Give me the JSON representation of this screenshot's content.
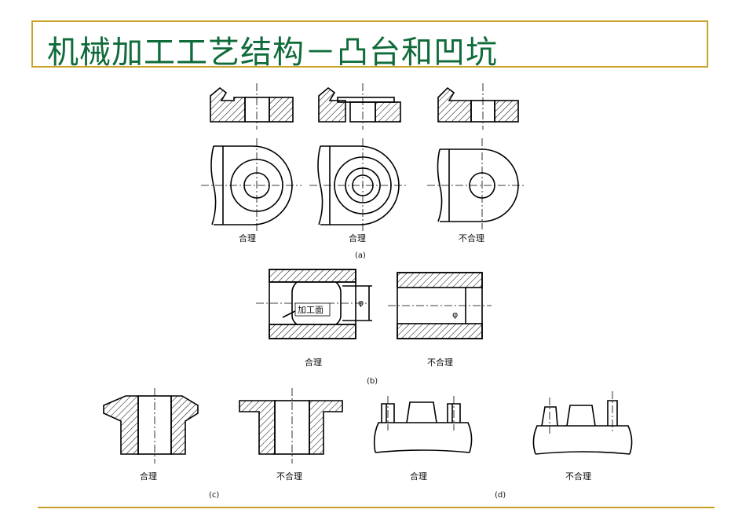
{
  "title": "机械加工工艺结构－凸台和凹坑",
  "colors": {
    "title_text": "#0f6b3a",
    "frame": "#c9a227"
  },
  "figures": {
    "a": {
      "caption": "(a)",
      "labels": [
        "合理",
        "合理",
        "不合理"
      ]
    },
    "b": {
      "caption": "(b)",
      "labels": [
        "合理",
        "不合理"
      ],
      "annotation": "加工面",
      "diameter_symbol": "φ"
    },
    "c": {
      "caption": "(c)",
      "labels": [
        "合理",
        "不合理"
      ]
    },
    "d": {
      "caption": "(d)",
      "labels": [
        "合理",
        "不合理"
      ]
    }
  }
}
